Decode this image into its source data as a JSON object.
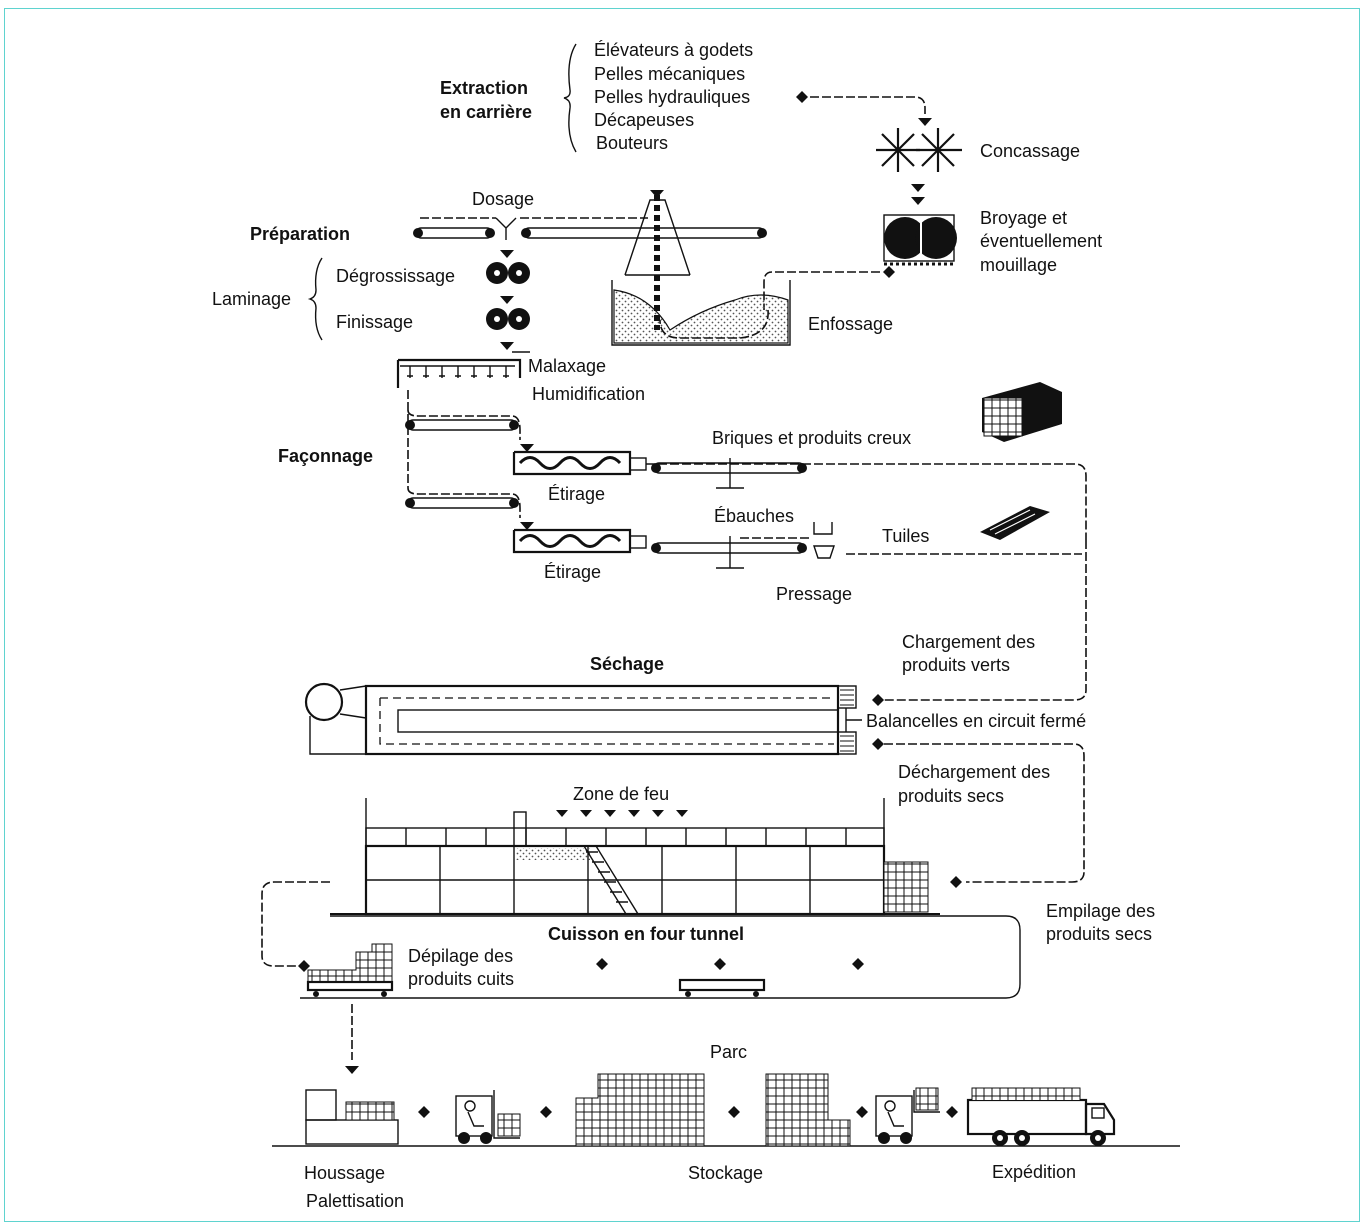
{
  "steps": {
    "extraction": [
      "Extraction",
      "en carrière"
    ],
    "extraction_items": [
      "Élévateurs à godets",
      "Pelles mécaniques",
      "Pelles hydrauliques",
      "Décapeuses",
      "Bouteurs"
    ],
    "concassage": "Concassage",
    "broyage": [
      "Broyage et",
      "éventuellement",
      "mouillage"
    ],
    "enfossage": "Enfossage",
    "preparation": "Préparation",
    "dosage": "Dosage",
    "laminage": "Laminage",
    "degrossissage": "Dégrossissage",
    "finissage": "Finissage",
    "malaxage": "Malaxage",
    "humidification": "Humidification",
    "faconnage": "Façonnage",
    "briques": "Briques et produits creux",
    "etirage1": "Étirage",
    "ebauches": "Ébauches",
    "tuiles": "Tuiles",
    "etirage2": "Étirage",
    "pressage": "Pressage",
    "chargement": [
      "Chargement des",
      "produits verts"
    ],
    "sechage": "Séchage",
    "balancelles": "Balancelles en circuit fermé",
    "dechargement": [
      "Déchargement des",
      "produits secs"
    ],
    "zone_feu": "Zone de feu",
    "empilage": [
      "Empilage des",
      "produits secs"
    ],
    "cuisson": "Cuisson en four tunnel",
    "depilage": [
      "Dépilage des",
      "produits cuits"
    ],
    "parc": "Parc",
    "houssage": "Houssage",
    "palettisation": "Palettisation",
    "stockage": "Stockage",
    "expedition": "Expédition"
  },
  "colors": {
    "ink": "#111111",
    "frame": "#5fd3cf"
  }
}
